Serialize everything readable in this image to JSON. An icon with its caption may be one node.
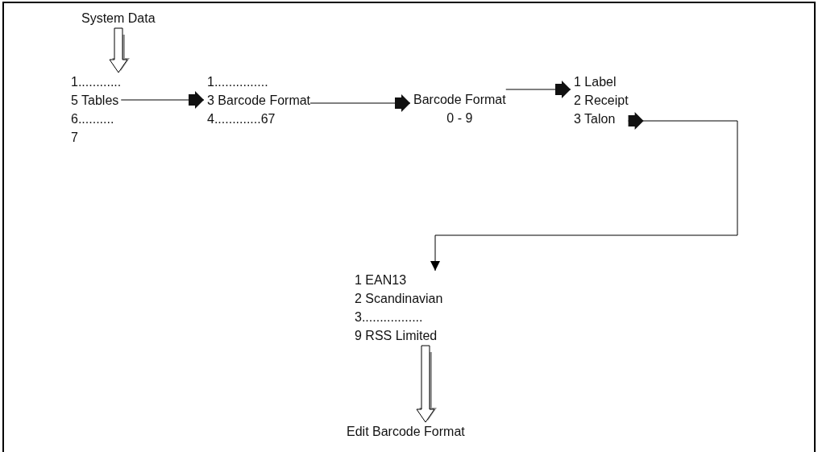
{
  "diagram": {
    "nodes": [
      {
        "text": [
          "System Data"
        ]
      },
      {
        "text": [
          "1............",
          "5 Tables",
          "6..........",
          "7"
        ]
      },
      {
        "text": [
          "1...............",
          "3 Barcode Format",
          "4.............67"
        ]
      },
      {
        "text": [
          "Barcode Format",
          "0 - 9"
        ]
      },
      {
        "text": [
          "1 Label",
          "2 Receipt",
          "3 Talon"
        ]
      },
      {
        "text": [
          "1 EAN13",
          "2 Scandinavian",
          "3.................",
          "9 RSS Limited"
        ]
      },
      {
        "text": [
          "Edit Barcode Format"
        ]
      }
    ],
    "edges": [
      {
        "from": 0,
        "to": 1,
        "arrow": "to"
      },
      {
        "from": 1,
        "to": 2,
        "arrow": "to"
      },
      {
        "from": 2,
        "to": 3,
        "arrow": "to"
      },
      {
        "from": 3,
        "to": 4,
        "arrow": "to"
      },
      {
        "from": 4,
        "to": 5,
        "arrow": "to"
      },
      {
        "from": 5,
        "to": 6,
        "arrow": "to"
      }
    ]
  }
}
